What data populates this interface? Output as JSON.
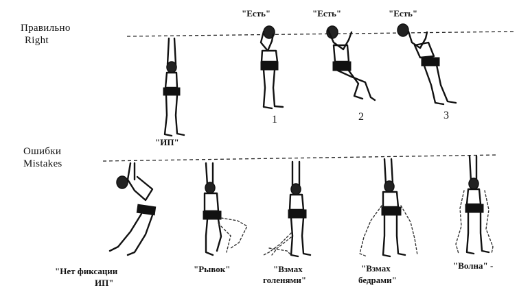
{
  "sections": {
    "right_ru": "Правильно",
    "right_en": "Right",
    "mistakes_ru": "Ошибки",
    "mistakes_en": "Mistakes"
  },
  "right_row": {
    "start_label": "\"ИП\"",
    "steps": [
      {
        "quote": "\"Есть\"",
        "number": "1"
      },
      {
        "quote": "\"Есть\"",
        "number": "2"
      },
      {
        "quote": "\"Есть\"",
        "number": "3"
      }
    ]
  },
  "mistakes_row": {
    "captions": [
      {
        "line1": "\"Нет фиксации",
        "line2": "ИП\""
      },
      {
        "line1": "\"Рывок\"",
        "line2": ""
      },
      {
        "line1": "\"Взмах",
        "line2": "голенями\""
      },
      {
        "line1": "\"Взмах",
        "line2": "бедрами\""
      },
      {
        "line1": "\"Волна\" -",
        "line2": ""
      }
    ]
  }
}
